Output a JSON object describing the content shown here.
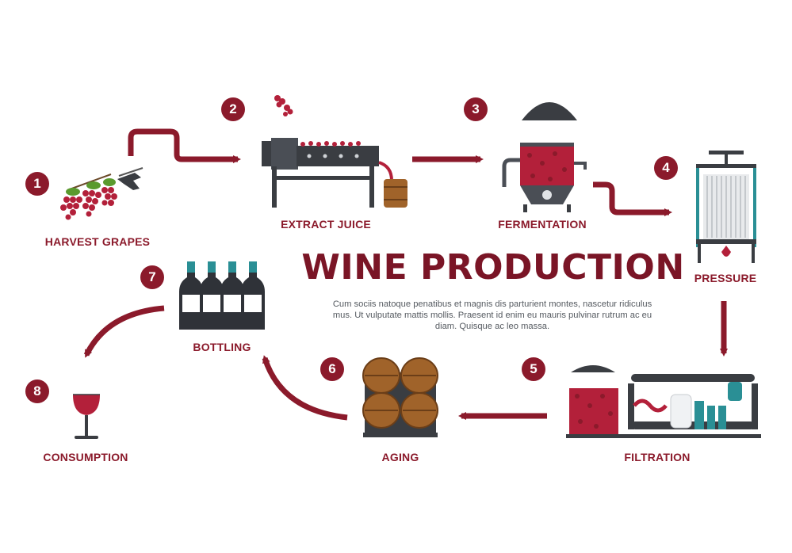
{
  "title": "WINE PRODUCTION",
  "description": "Cum sociis natoque penatibus et magnis dis parturient montes, nascetur ridiculus mus. Ut vulputate mattis mollis. Praesent id enim eu mauris pulvinar rutrum ac eu diam. Quisque ac leo massa.",
  "steps": [
    {
      "number": "1",
      "label": "HARVEST GRAPES"
    },
    {
      "number": "2",
      "label": "EXTRACT JUICE"
    },
    {
      "number": "3",
      "label": "FERMENTATION"
    },
    {
      "number": "4",
      "label": "PRESSURE"
    },
    {
      "number": "5",
      "label": "FILTRATION"
    },
    {
      "number": "6",
      "label": "AGING"
    },
    {
      "number": "7",
      "label": "BOTTLING"
    },
    {
      "number": "8",
      "label": "CONSUMPTION"
    }
  ],
  "colors": {
    "wine": "#8b1a2b",
    "dark": "#3a3d42",
    "teal": "#2a8f95",
    "wood": "#a0632a"
  },
  "icons": [
    "grapes-shears-icon",
    "juice-press-icon",
    "fermentation-tank-icon",
    "wine-press-icon",
    "filtration-machine-icon",
    "barrels-icon",
    "wine-bottles-icon",
    "wine-glass-icon"
  ]
}
